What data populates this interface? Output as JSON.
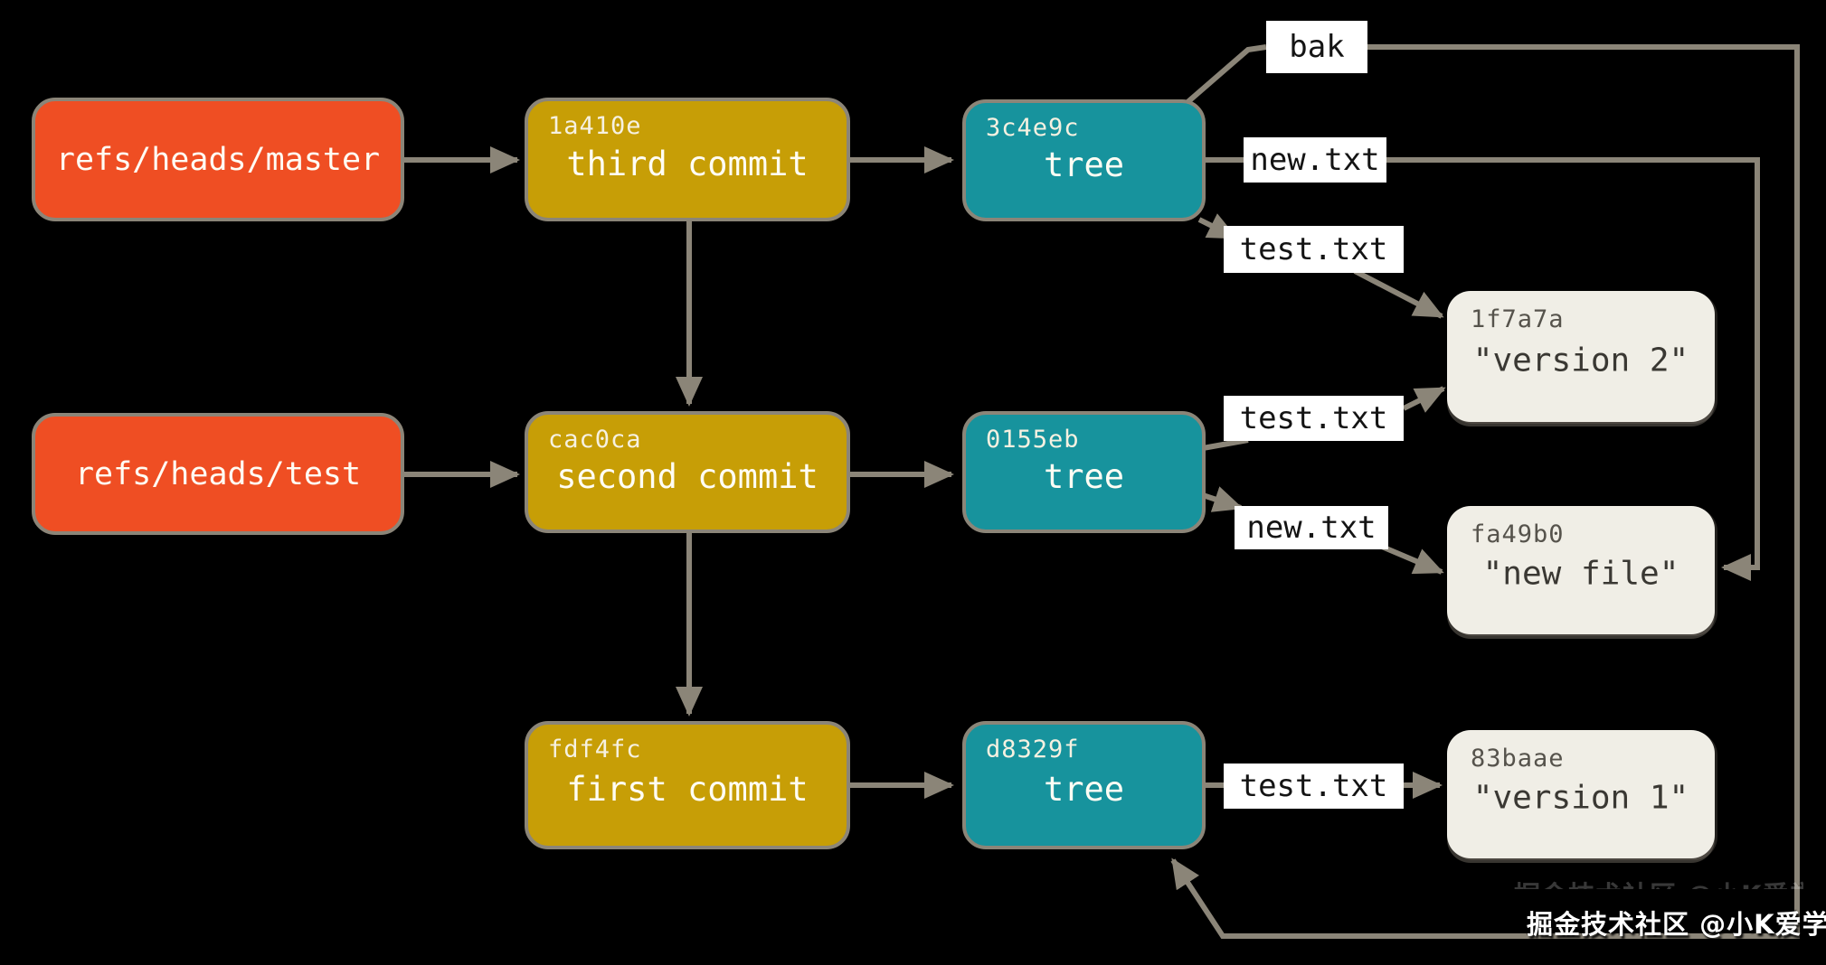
{
  "diagram": {
    "background": "#000000",
    "line_color": "#8b8578",
    "label_bg": "#ffffff",
    "node_colors": {
      "ref": "#ef4e23",
      "commit": "#c79e06",
      "tree": "#17939d",
      "blob": "#f0eee6"
    },
    "nodes": {
      "ref_master": {
        "label": "refs/heads/master"
      },
      "ref_test": {
        "label": "refs/heads/test"
      },
      "commit_third": {
        "hash": "1a410e",
        "label": "third commit"
      },
      "commit_second": {
        "hash": "cac0ca",
        "label": "second commit"
      },
      "commit_first": {
        "hash": "fdf4fc",
        "label": "first commit"
      },
      "tree_third": {
        "hash": "3c4e9c",
        "label": "tree"
      },
      "tree_second": {
        "hash": "0155eb",
        "label": "tree"
      },
      "tree_first": {
        "hash": "d8329f",
        "label": "tree"
      },
      "blob_version2": {
        "hash": "1f7a7a",
        "label": "\"version 2\""
      },
      "blob_newfile": {
        "hash": "fa49b0",
        "label": "\"new file\""
      },
      "blob_version1": {
        "hash": "83baae",
        "label": "\"version 1\""
      }
    },
    "edge_labels": {
      "bak": "bak",
      "new_txt_top": "new.txt",
      "test_txt_top": "test.txt",
      "test_txt_mid": "test.txt",
      "new_txt_mid": "new.txt",
      "test_txt_bottom": "test.txt"
    },
    "watermark": {
      "text": "掘金技术社区 @小K爱学习"
    }
  }
}
